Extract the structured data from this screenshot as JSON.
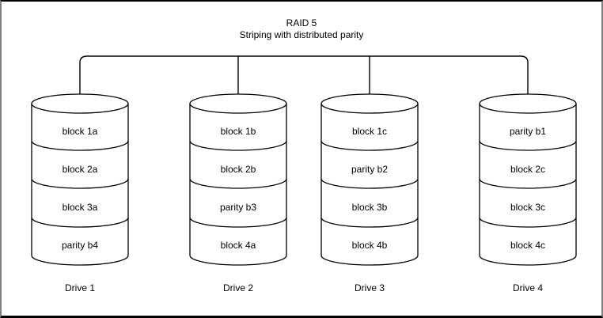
{
  "diagram": {
    "title": "RAID 5",
    "subtitle": "Striping with distributed parity",
    "drives": [
      {
        "name": "Drive 1",
        "blocks": [
          "block 1a",
          "block 2a",
          "block 3a",
          "parity b4"
        ]
      },
      {
        "name": "Drive 2",
        "blocks": [
          "block 1b",
          "block 2b",
          "parity b3",
          "block 4a"
        ]
      },
      {
        "name": "Drive 3",
        "blocks": [
          "block 1c",
          "parity b2",
          "block 3b",
          "block 4b"
        ]
      },
      {
        "name": "Drive 4",
        "blocks": [
          "parity b1",
          "block 2c",
          "block 3c",
          "block 4c"
        ]
      }
    ],
    "colors": {
      "line": "#000000",
      "text": "#000000",
      "background": "#ffffff",
      "frame_top_bottom": "#000000",
      "frame_sides": "#808080"
    }
  }
}
